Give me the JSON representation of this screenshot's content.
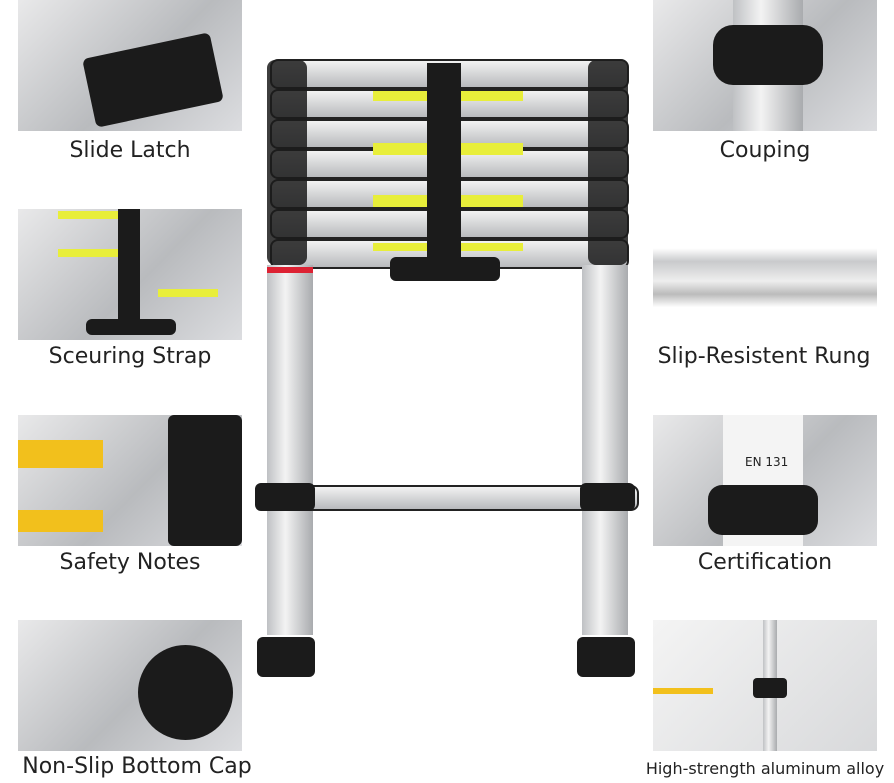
{
  "features": {
    "slide_latch": "Slide Latch",
    "couping": "Couping",
    "securing_strap": "Sceuring Strap",
    "rung": "Slip-Resistent Rung",
    "safety_notes": "Safety Notes",
    "certification": "Certification",
    "bottom_cap": "Non-Slip Bottom Cap",
    "alloy": "High-strength aluminum alloy"
  },
  "cert_text": "EN 131",
  "colors": {
    "label_yellow": "#e8ee3a",
    "cap_black": "#1b1b1b"
  }
}
